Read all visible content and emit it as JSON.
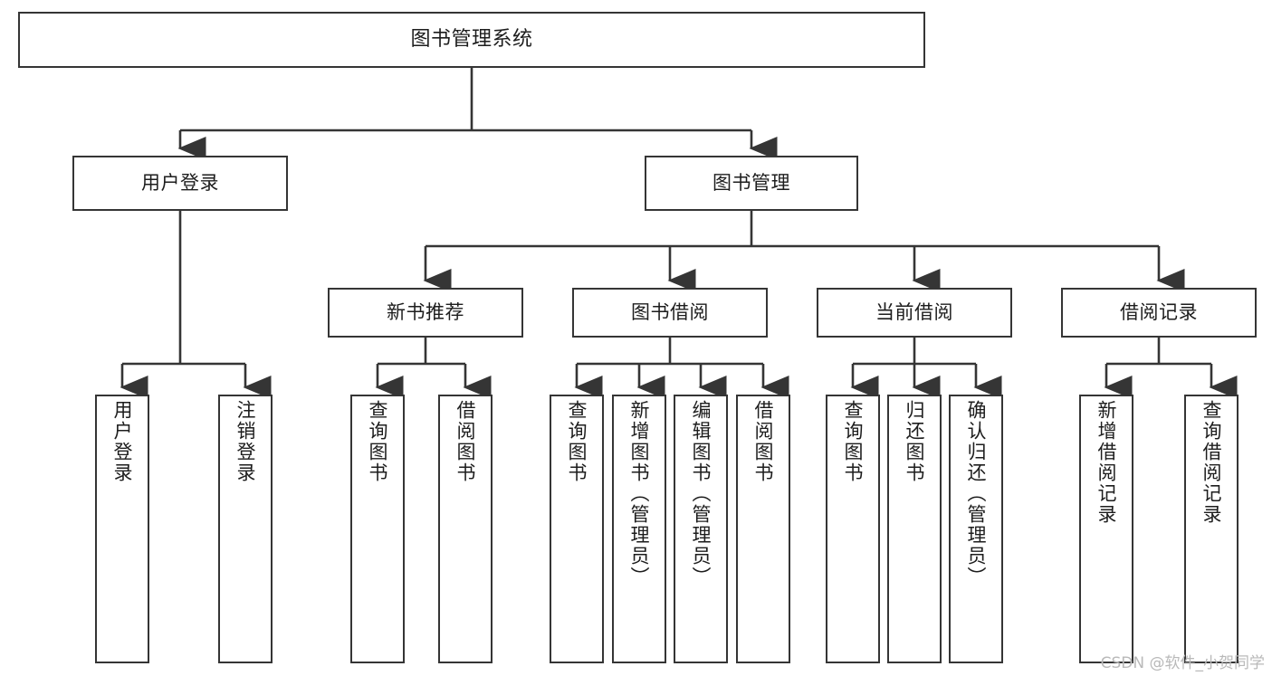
{
  "diagram": {
    "title": "图书管理系统",
    "type": "tree",
    "watermark": "CSDN @软件_小贺同学",
    "colors": {
      "border": "#353535",
      "fill": "#ffffff",
      "text": "#1d1d1d",
      "connector": "#353535",
      "watermark": "#b9b9b9"
    },
    "nodes": {
      "root": {
        "label": "图书管理系统"
      },
      "level2": [
        {
          "label": "用户登录"
        },
        {
          "label": "图书管理"
        }
      ],
      "level3": [
        {
          "label": "新书推荐"
        },
        {
          "label": "图书借阅"
        },
        {
          "label": "当前借阅"
        },
        {
          "label": "借阅记录"
        }
      ],
      "leaves": {
        "user_login": [
          {
            "label": "用户登录"
          },
          {
            "label": "注销登录"
          }
        ],
        "new_book_recommend": [
          {
            "label": "查询图书"
          },
          {
            "label": "借阅图书"
          }
        ],
        "book_borrow": [
          {
            "label": "查询图书"
          },
          {
            "label": "新增图书（管理员）"
          },
          {
            "label": "编辑图书（管理员）"
          },
          {
            "label": "借阅图书"
          }
        ],
        "current_borrow": [
          {
            "label": "查询图书"
          },
          {
            "label": "归还图书"
          },
          {
            "label": "确认归还（管理员）"
          }
        ],
        "borrow_record": [
          {
            "label": "新增借阅记录"
          },
          {
            "label": "查询借阅记录"
          }
        ]
      }
    }
  }
}
